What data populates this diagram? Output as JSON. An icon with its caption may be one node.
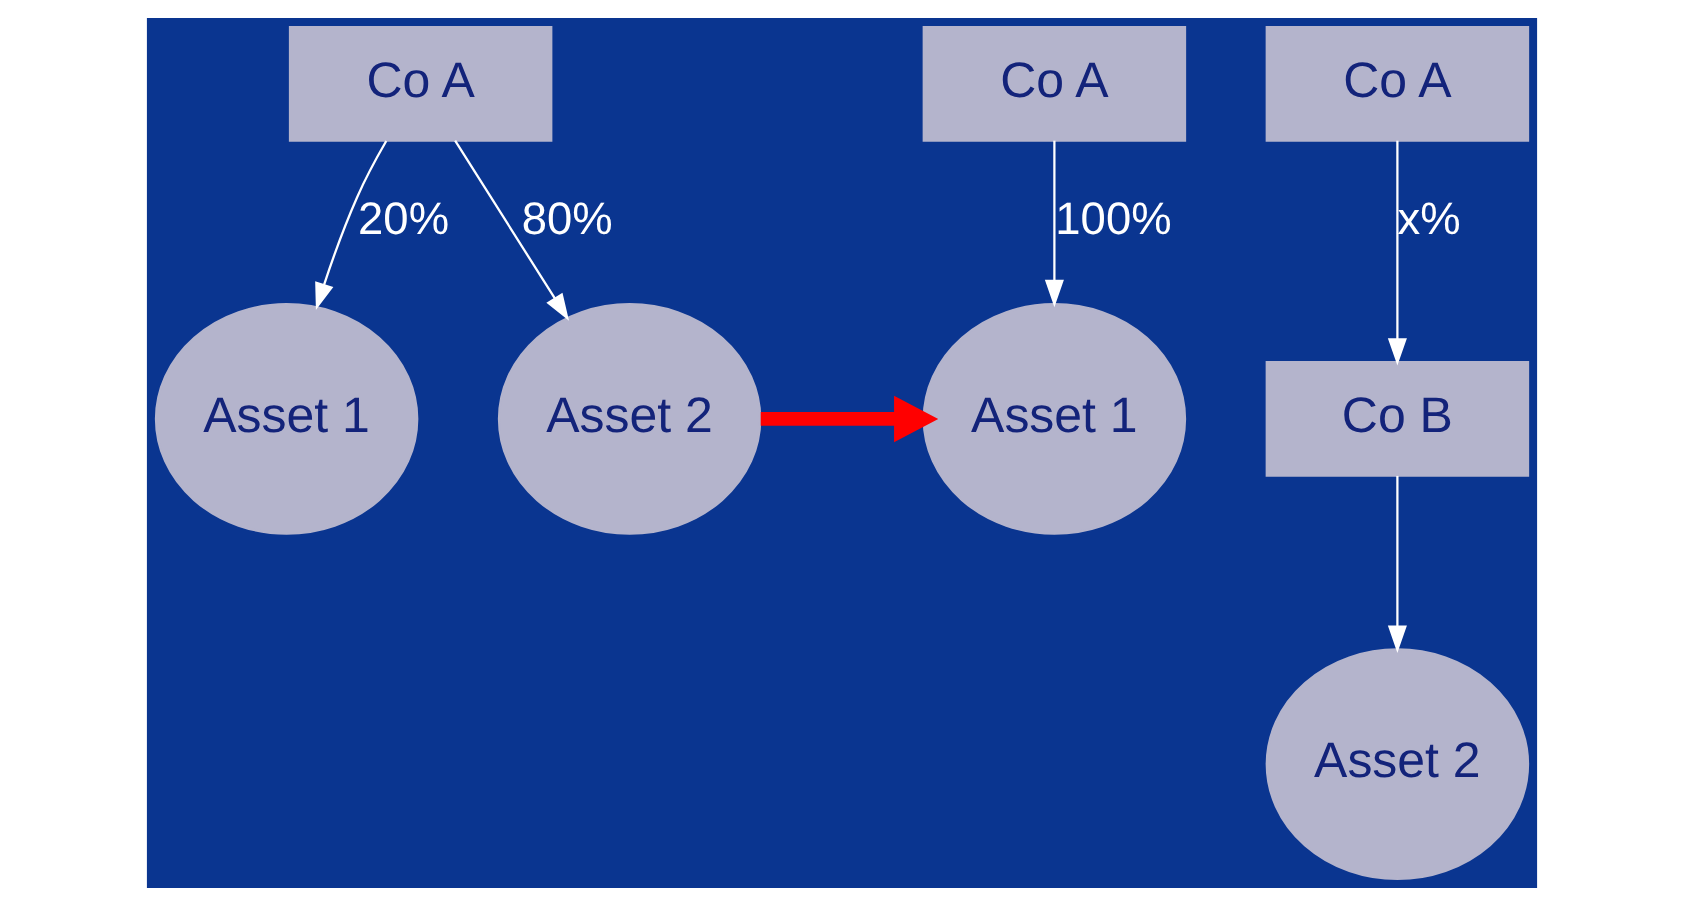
{
  "diagram": {
    "nodes": [
      {
        "text": [
          "Co A"
        ]
      },
      {
        "text": [
          "Asset 1"
        ]
      },
      {
        "text": [
          "Asset 2"
        ]
      },
      {
        "text": [
          "Co A"
        ]
      },
      {
        "text": [
          "Asset 1"
        ]
      },
      {
        "text": [
          "Co A"
        ]
      },
      {
        "text": [
          "Co B"
        ]
      },
      {
        "text": [
          "Asset 2"
        ]
      }
    ],
    "edges": [
      {
        "from": 0,
        "to": 1,
        "arrow": "to",
        "label": "20%"
      },
      {
        "from": 0,
        "to": 2,
        "arrow": "to",
        "label": "80%"
      },
      {
        "from": 2,
        "to": 4,
        "arrow": "to",
        "style": "thick",
        "color": "#ff0000"
      },
      {
        "from": 3,
        "to": 4,
        "arrow": "to",
        "label": "100%"
      },
      {
        "from": 5,
        "to": 6,
        "arrow": "to",
        "label": "x%"
      },
      {
        "from": 6,
        "to": 7,
        "arrow": "to"
      }
    ]
  }
}
